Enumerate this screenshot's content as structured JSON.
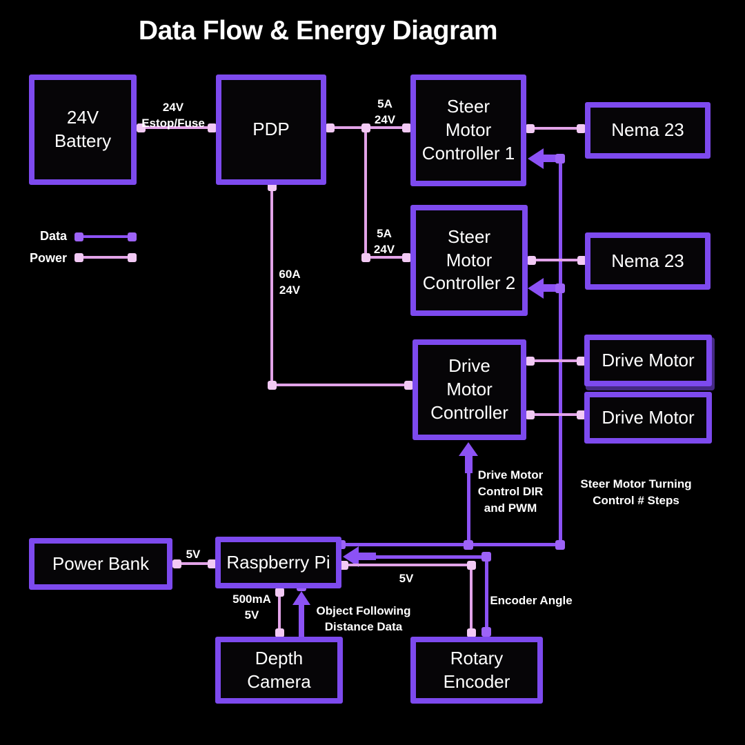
{
  "title": "Data Flow & Energy Diagram",
  "legend": {
    "data_label": "Data",
    "power_label": "Power"
  },
  "colors": {
    "background": "#000000",
    "box_border": "#7d4aee",
    "box_fill": "#060507",
    "text": "#ffffff",
    "power_line": "#e2a3e8",
    "power_node": "#f2c9f4",
    "data_line": "#8c52f5",
    "data_node": "#9d63f7"
  },
  "nodes": {
    "battery": {
      "lines": [
        "24V",
        "Battery"
      ]
    },
    "pdp": {
      "lines": [
        "PDP"
      ]
    },
    "smc1": {
      "lines": [
        "Steer",
        "Motor",
        "Controller 1"
      ]
    },
    "nema1": {
      "lines": [
        "Nema 23"
      ]
    },
    "smc2": {
      "lines": [
        "Steer",
        "Motor",
        "Controller 2"
      ]
    },
    "nema2": {
      "lines": [
        "Nema 23"
      ]
    },
    "dmc": {
      "lines": [
        "Drive",
        "Motor",
        "Controller"
      ]
    },
    "drive1": {
      "lines": [
        "Drive Motor"
      ]
    },
    "drive2": {
      "lines": [
        "Drive Motor"
      ]
    },
    "powerbank": {
      "lines": [
        "Power Bank"
      ]
    },
    "pi": {
      "lines": [
        "Raspberry Pi"
      ]
    },
    "camera": {
      "lines": [
        "Depth",
        "Camera"
      ]
    },
    "encoder": {
      "lines": [
        "Rotary",
        "Encoder"
      ]
    }
  },
  "edge_labels": {
    "battery_pdp": [
      "24V",
      "Estop/Fuse"
    ],
    "pdp_smc1": [
      "5A",
      "24V"
    ],
    "pdp_smc2": [
      "5A",
      "24V"
    ],
    "pdp_dmc": [
      "60A",
      "24V"
    ],
    "powerbank_pi": [
      "5V"
    ],
    "pi_camera_power": [
      "500mA",
      "5V"
    ],
    "camera_pi_data": [
      "Object Following",
      "Distance Data"
    ],
    "pi_encoder_power": [
      "5V"
    ],
    "encoder_pi_data": [
      "Encoder Angle"
    ],
    "pi_dmc_data": [
      "Drive Motor",
      "Control DIR",
      "and PWM"
    ],
    "pi_steer_data": [
      "Steer Motor Turning",
      "Control # Steps"
    ]
  }
}
